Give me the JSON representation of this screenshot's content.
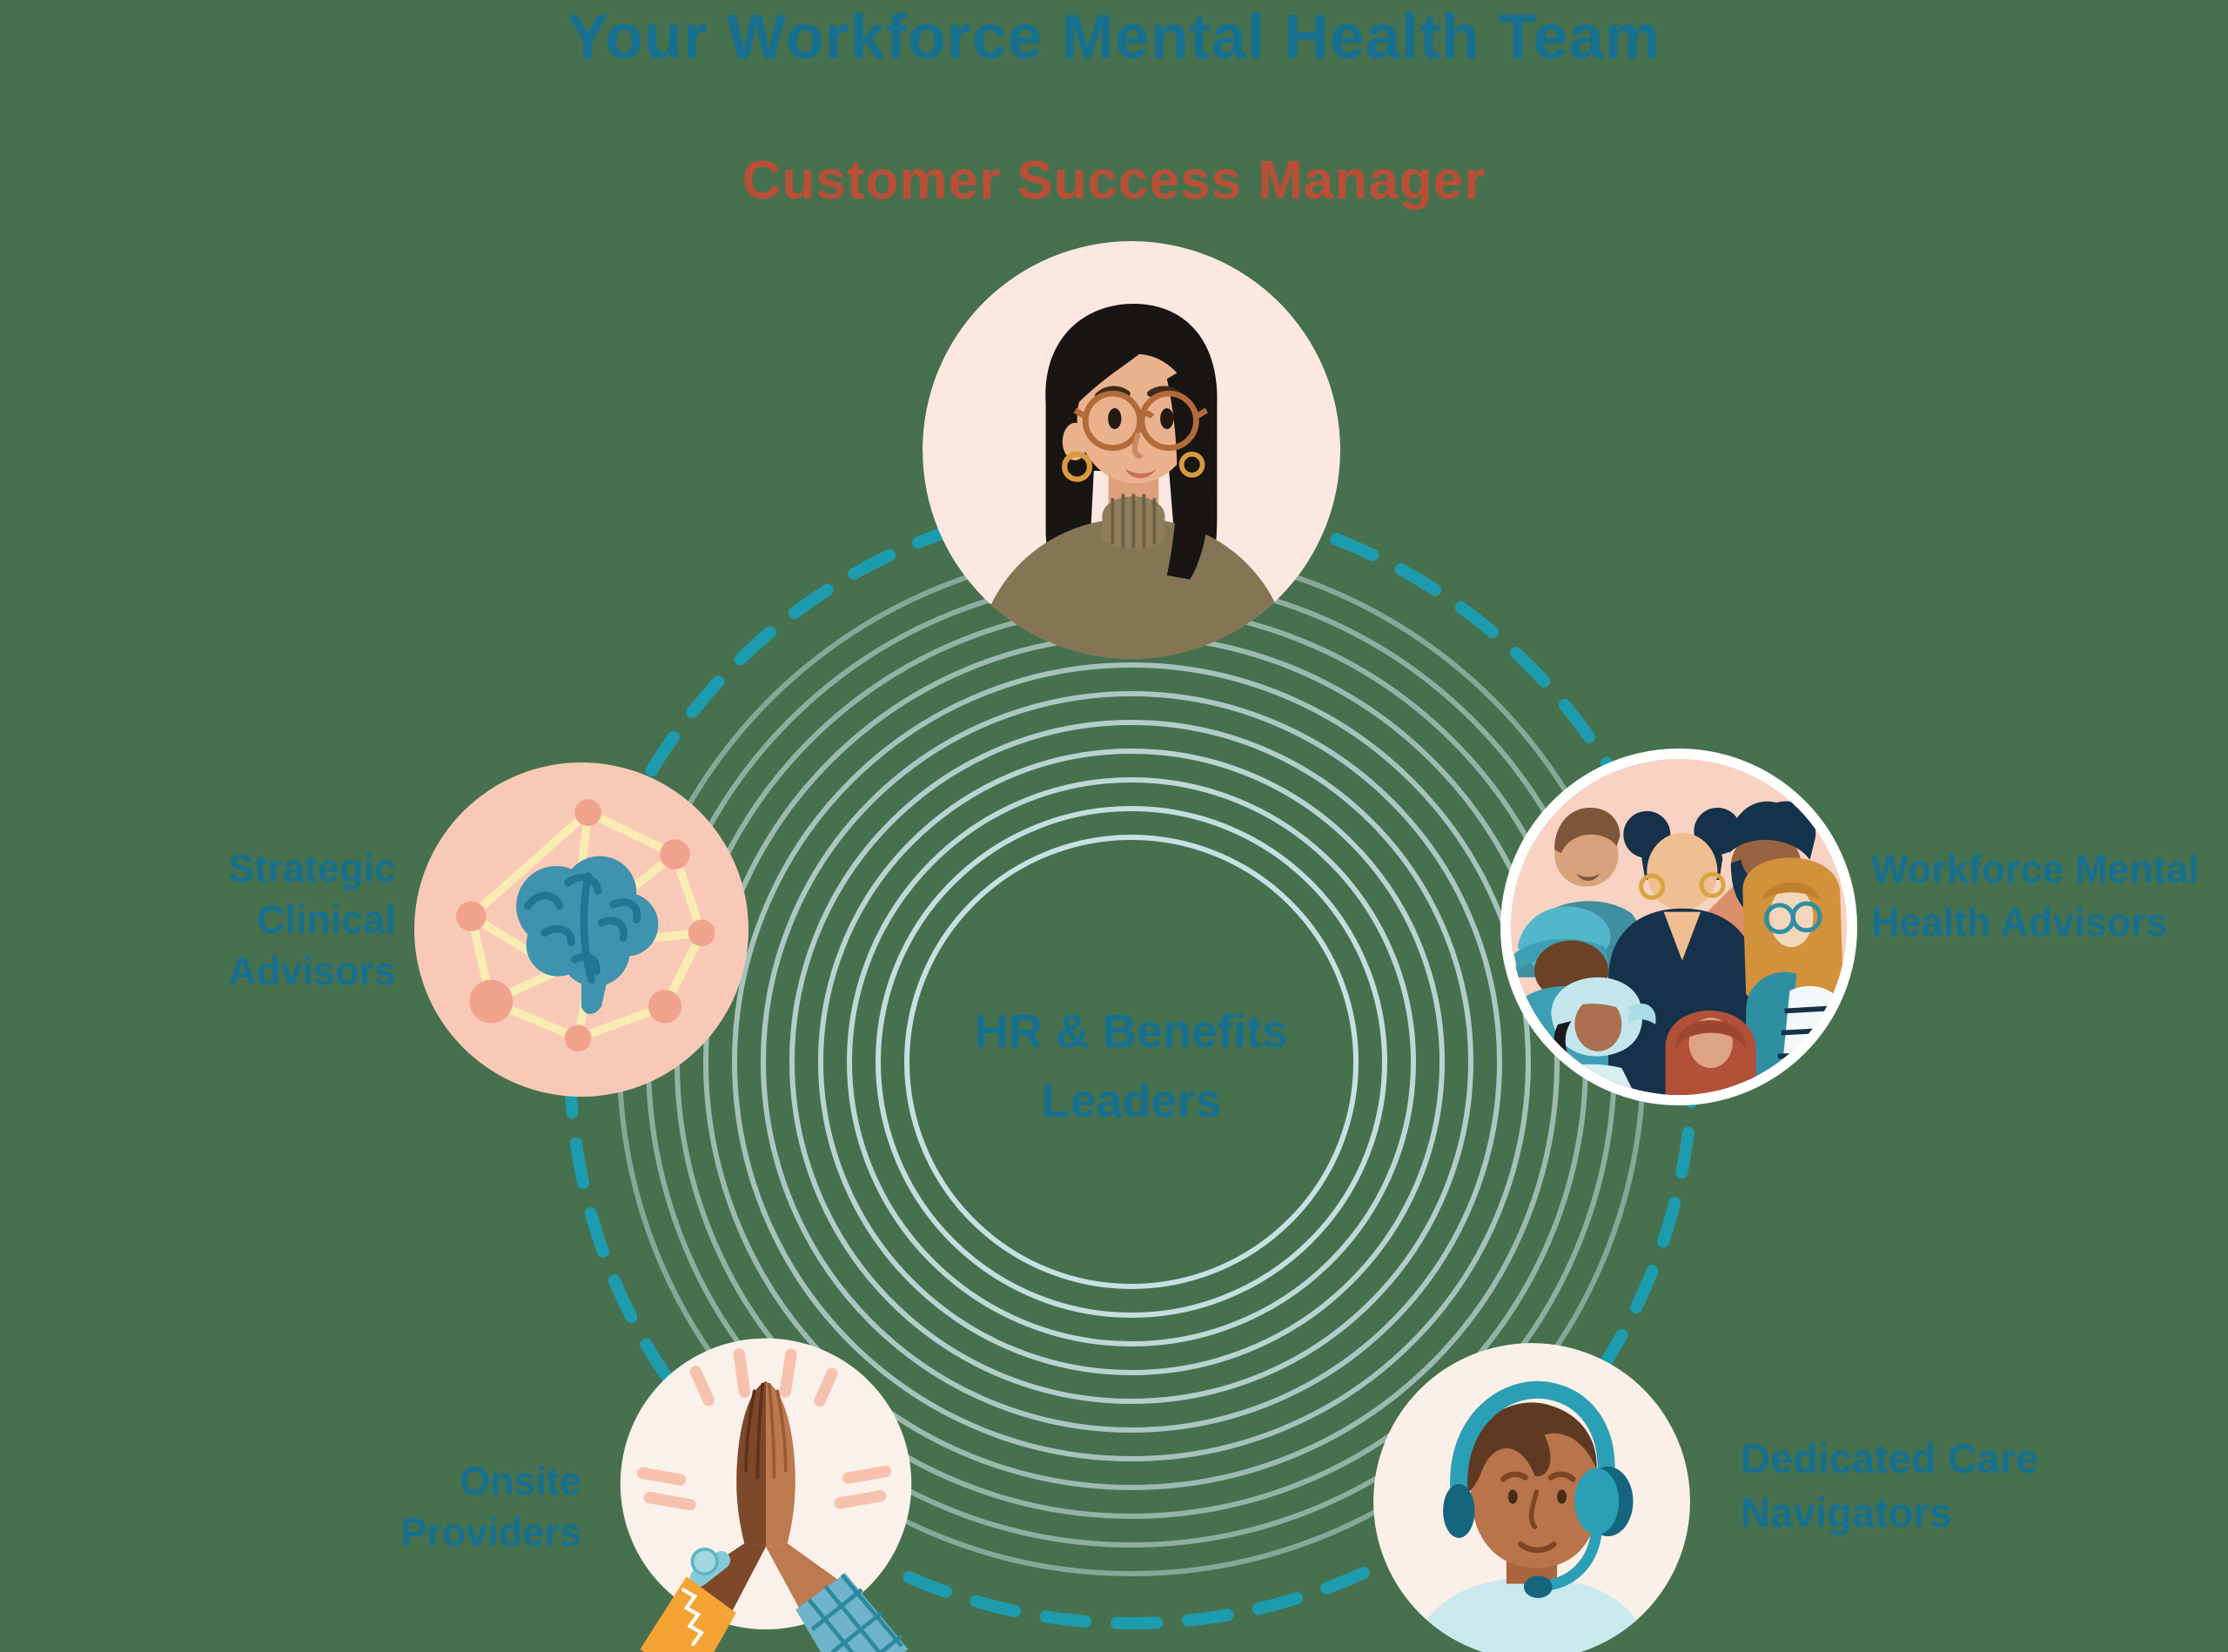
{
  "title": "Your Workforce Mental Health Team",
  "center_label": {
    "lines": [
      "HR & Benefits",
      "Leaders"
    ]
  },
  "roles": {
    "customer_success_manager": {
      "label": "Customer Success Manager",
      "icon": "woman-with-glasses-avatar"
    },
    "strategic_clinical_advisors": {
      "lines": [
        "Strategic",
        "Clinical",
        "Advisors"
      ],
      "icon": "brain-network"
    },
    "workforce_mental_health_advisors": {
      "lines": [
        "Workforce Mental",
        "Health Advisors"
      ],
      "icon": "diverse-people-group"
    },
    "dedicated_care_navigators": {
      "lines": [
        "Dedicated Care",
        "Navigators"
      ],
      "icon": "support-agent-headset"
    },
    "onsite_providers": {
      "lines": [
        "Onsite",
        "Providers"
      ],
      "icon": "high-five-hands"
    }
  },
  "colors": {
    "background": "#47714E",
    "title_teal": "#17708F",
    "accent_red": "#BA4F38",
    "ring_light_blue": "#CFE6EC",
    "dashed_teal": "#1E9CAF",
    "node_pink": "#FCE8E1",
    "node_salmon": "#F9C9B8",
    "node_cream": "#FAF0E8",
    "group_ring_white": "#FFFFFF"
  }
}
